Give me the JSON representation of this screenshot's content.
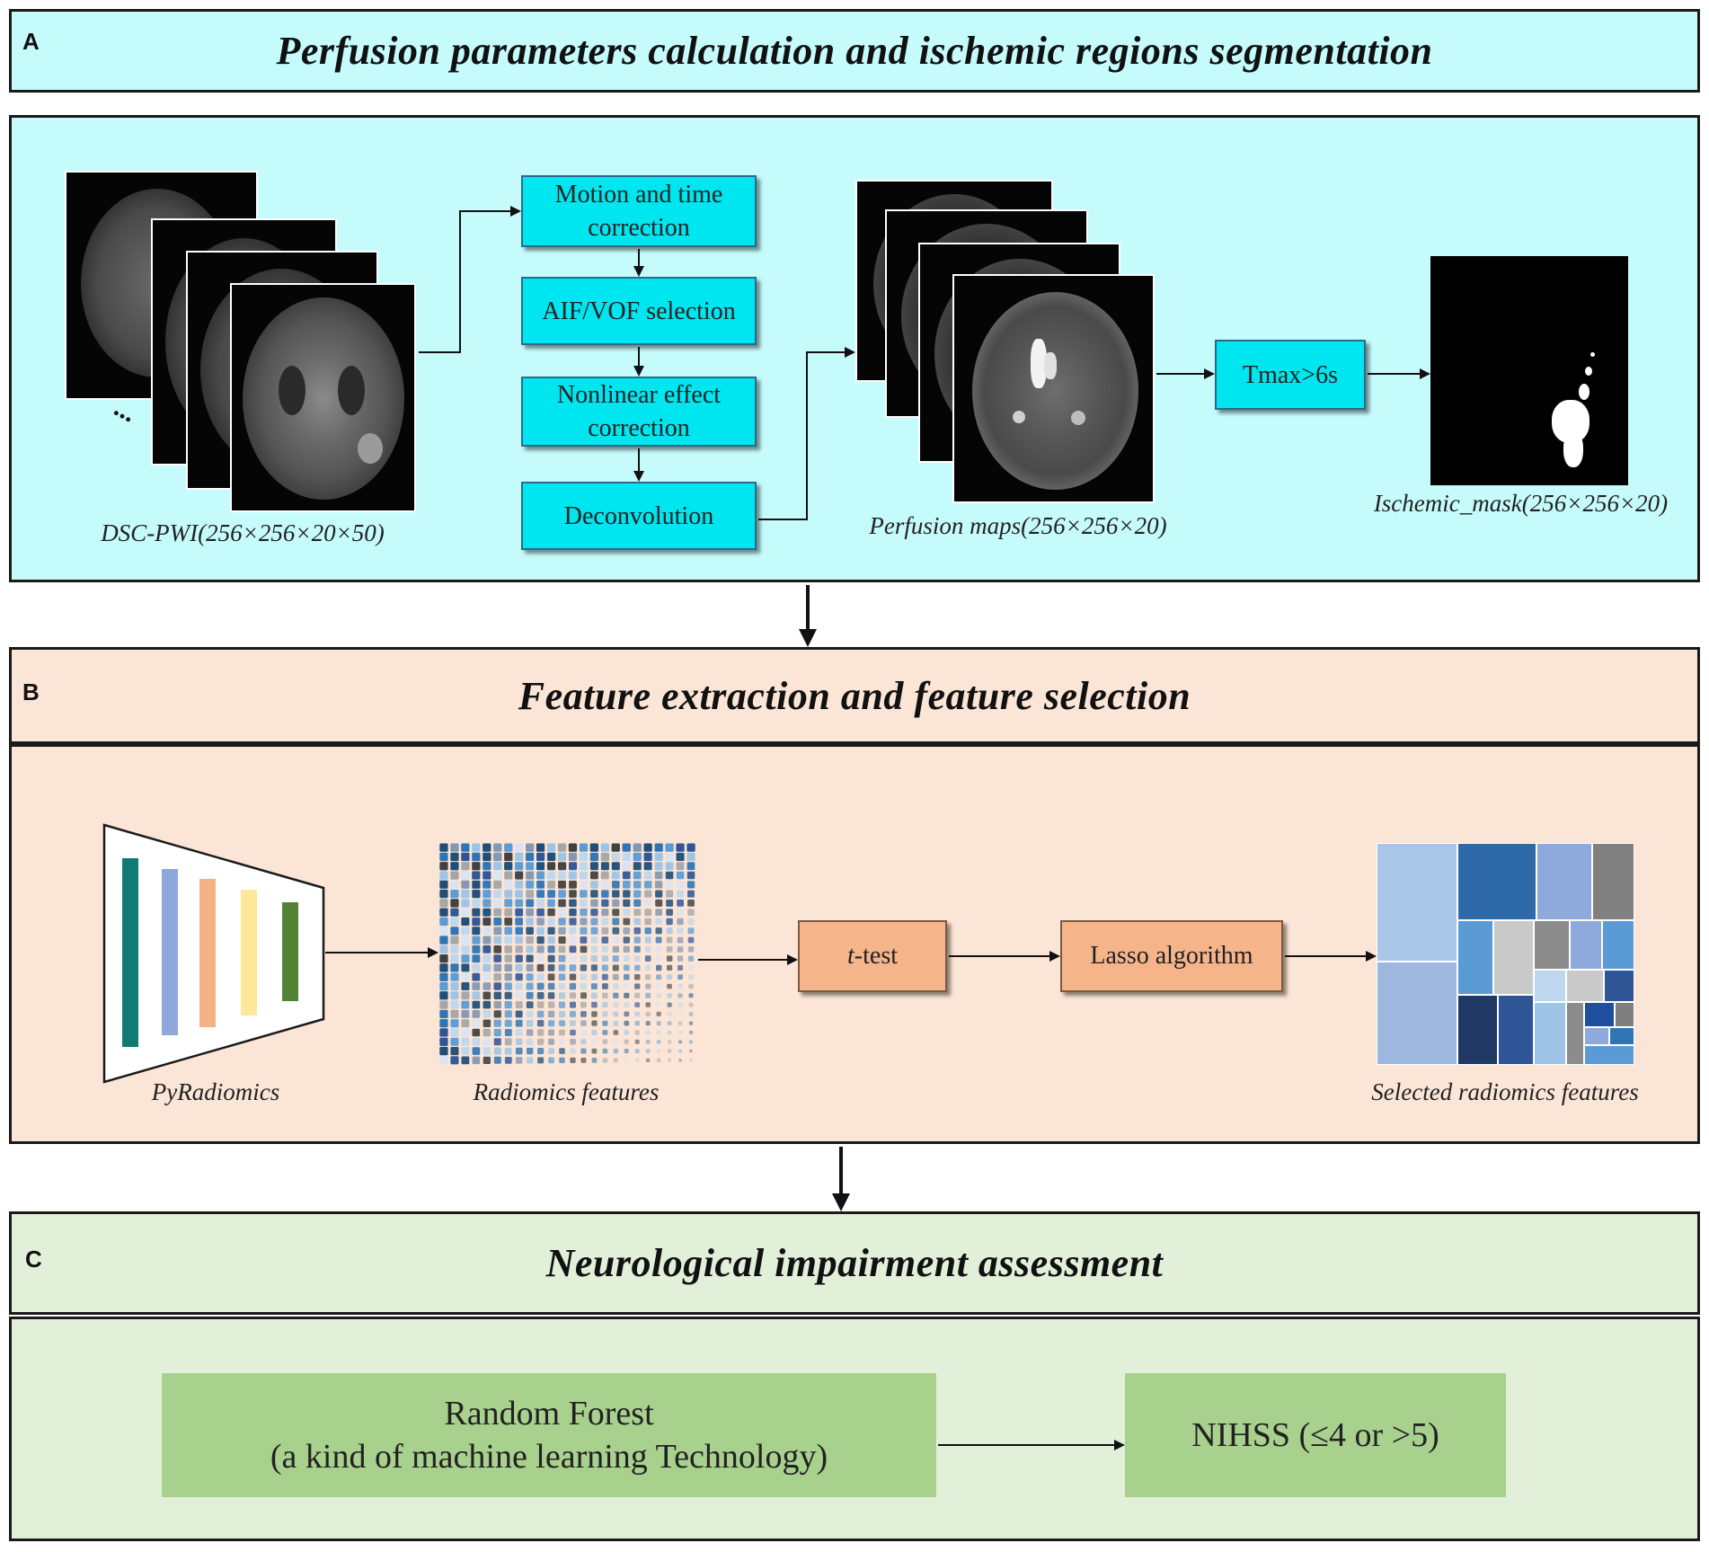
{
  "panels": {
    "a": {
      "letter": "A",
      "title": "Perfusion parameters calculation and ischemic regions segmentation",
      "header_bg": "#c6fbfc",
      "body_bg": "#c6fbfc"
    },
    "b": {
      "letter": "B",
      "title": "Feature extraction and feature selection",
      "header_bg": "#fbe5d6",
      "body_bg": "#fbe5d6"
    },
    "c": {
      "letter": "C",
      "title": "Neurological impairment assessment",
      "header_bg": "#e2f0d9",
      "body_bg": "#e2f0d9"
    }
  },
  "section_a": {
    "dsc_caption": "DSC-PWI(256×256×20×50)",
    "ellipsis": "...",
    "steps": [
      {
        "label": "Motion and time correction"
      },
      {
        "label": "AIF/VOF selection"
      },
      {
        "label": "Nonlinear effect correction"
      },
      {
        "label": "Deconvolution"
      }
    ],
    "perfusion_caption": "Perfusion maps(256×256×20)",
    "threshold_label": "Tmax>6s",
    "mask_caption": "Ischemic_mask(256×256×20)"
  },
  "section_b": {
    "pyradiomics_caption": "PyRadiomics",
    "pyradiomics_bar_colors": [
      "#127a74",
      "#8fa8dc",
      "#f4b183",
      "#ffe699",
      "#548235"
    ],
    "features_caption": "Radiomics features",
    "ttest_italic": "t",
    "ttest_rest": "-test",
    "lasso_label": "Lasso algorithm",
    "selected_caption": "Selected radiomics features"
  },
  "section_c": {
    "model_line1": "Random Forest",
    "model_line2": "(a kind of machine learning Technology)",
    "outcome_label": "NIHSS (≤4 or >5)"
  },
  "colors": {
    "cyan_box": "#00e6f0",
    "orange_box": "#f6b48b",
    "green_box": "#a9d18e"
  }
}
